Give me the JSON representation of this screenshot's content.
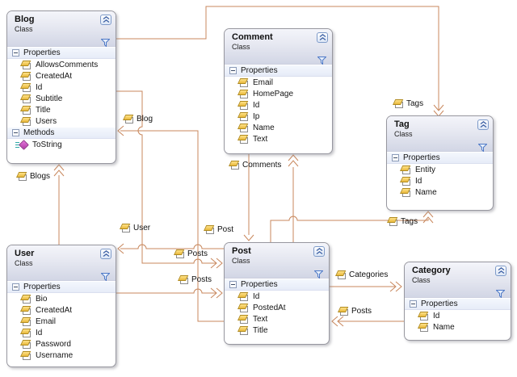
{
  "diagram_type": "class-diagram",
  "colors": {
    "connector": "#C8875C",
    "box_border": "#97979F",
    "header_gradient_top": "#F4F5FA",
    "header_gradient_bottom": "#D2D6E5",
    "section_band": "#EAEFF9",
    "accent_blue": "#4E79C7",
    "method_icon_magenta": "#B03BA6",
    "property_icon_yellow": "#E9B93B"
  },
  "classes": {
    "blog": {
      "title": "Blog",
      "stereotype": "Class",
      "properties_label": "Properties",
      "methods_label": "Methods",
      "props": [
        "AllowsComments",
        "CreatedAt",
        "Id",
        "Subtitle",
        "Title",
        "Users"
      ],
      "methods": [
        "ToString"
      ]
    },
    "comment": {
      "title": "Comment",
      "stereotype": "Class",
      "properties_label": "Properties",
      "props": [
        "Email",
        "HomePage",
        "Id",
        "Ip",
        "Name",
        "Text"
      ]
    },
    "tag": {
      "title": "Tag",
      "stereotype": "Class",
      "properties_label": "Properties",
      "props": [
        "Entity",
        "Id",
        "Name"
      ]
    },
    "user": {
      "title": "User",
      "stereotype": "Class",
      "properties_label": "Properties",
      "props": [
        "Bio",
        "CreatedAt",
        "Email",
        "Id",
        "Password",
        "Username"
      ]
    },
    "post": {
      "title": "Post",
      "stereotype": "Class",
      "properties_label": "Properties",
      "props": [
        "Id",
        "PostedAt",
        "Text",
        "Title"
      ]
    },
    "category": {
      "title": "Category",
      "stereotype": "Class",
      "properties_label": "Properties",
      "props": [
        "Id",
        "Name"
      ]
    }
  },
  "labels": {
    "blogs": "Blogs",
    "blog": "Blog",
    "user": "User",
    "post": "Post",
    "posts_from_blog": "Posts",
    "posts_from_user": "Posts",
    "comments": "Comments",
    "tags_top": "Tags",
    "tags_bottom": "Tags",
    "categories": "Categories",
    "posts_from_category": "Posts"
  }
}
